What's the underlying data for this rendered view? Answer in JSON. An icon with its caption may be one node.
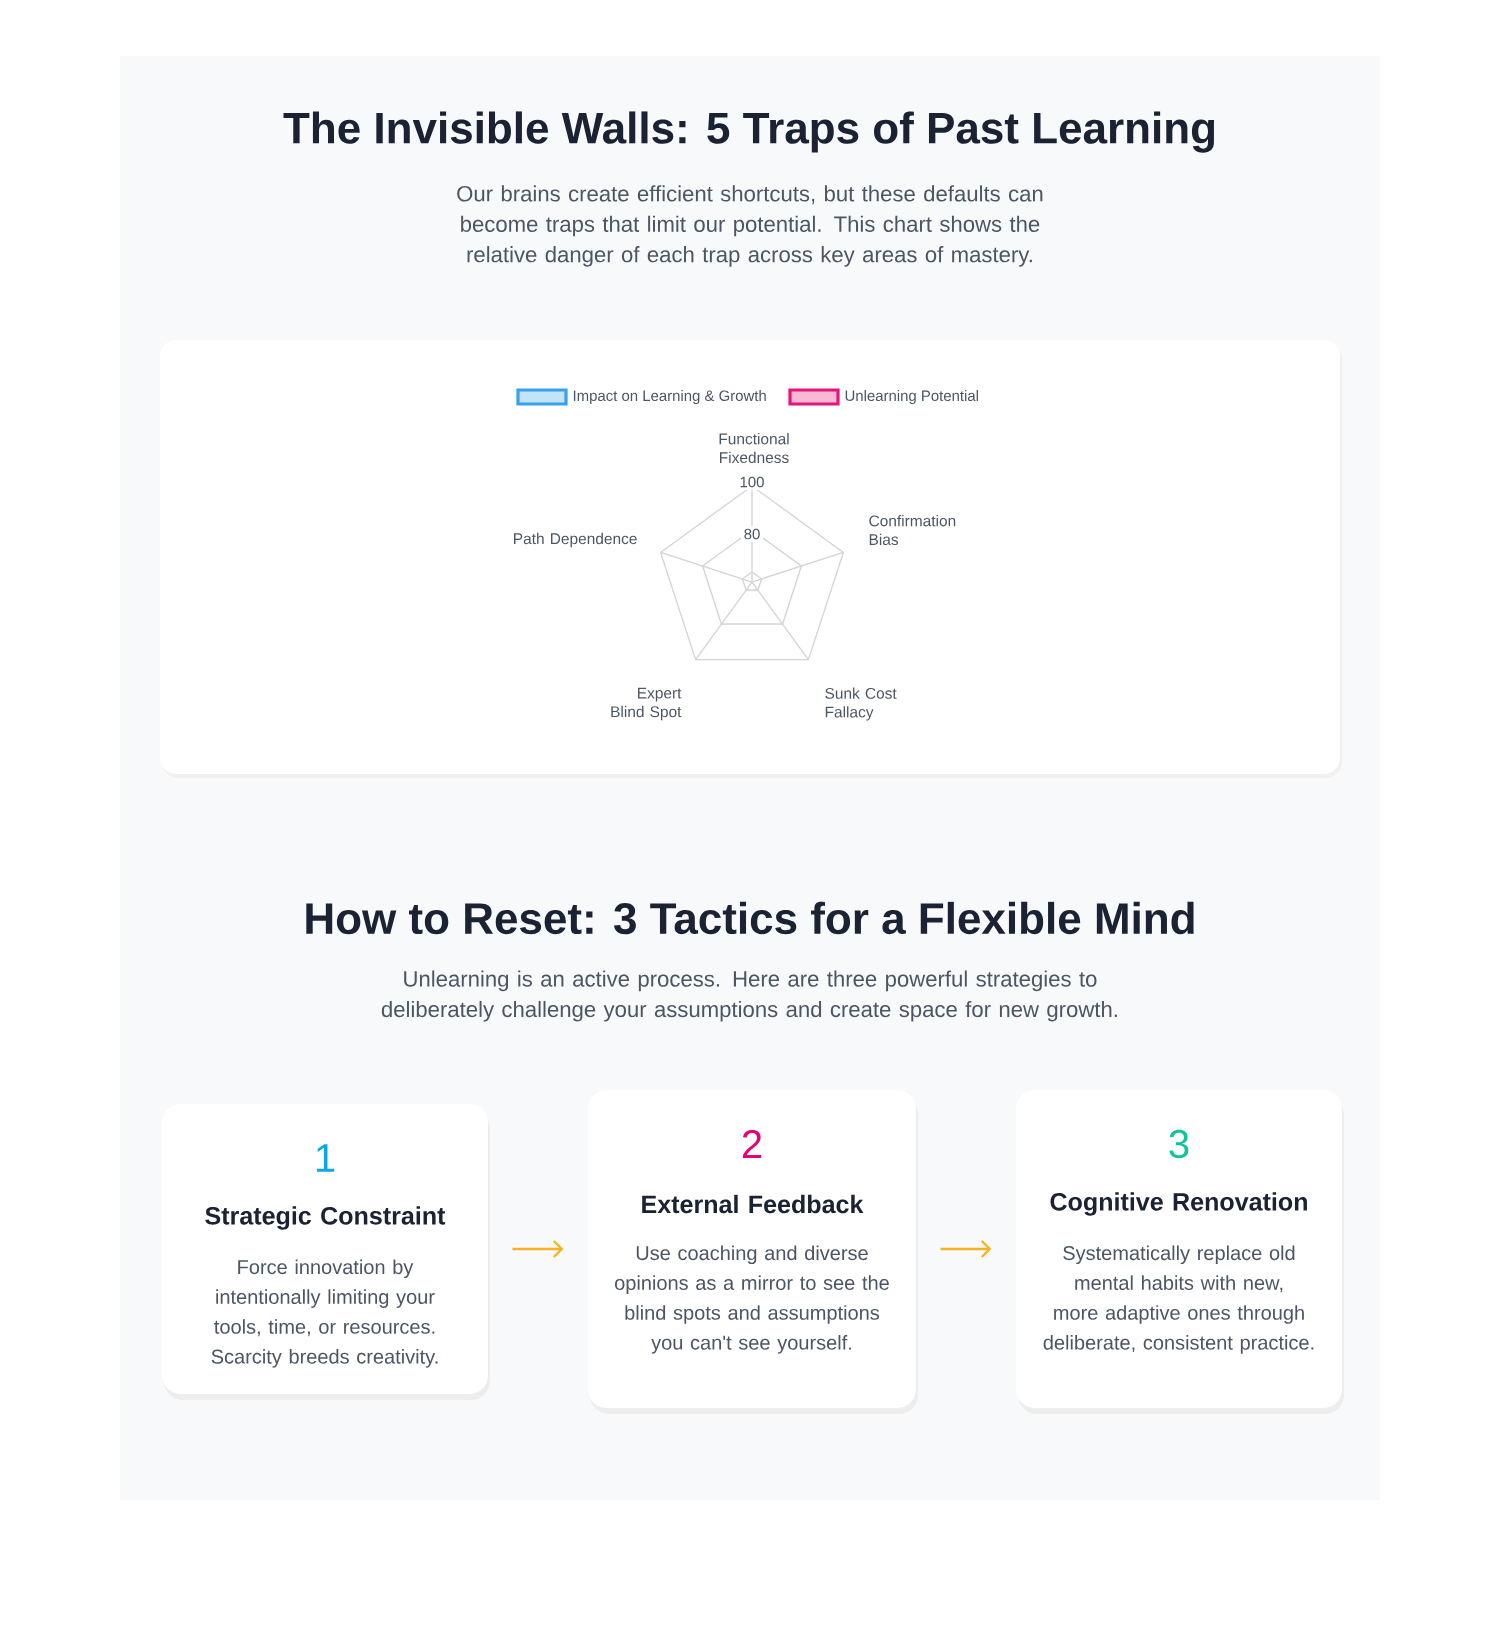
{
  "diagram": {
    "title": "The Invisible Walls: 5 Traps of Past Learning",
    "nodes": [
      {
        "text": [
          "1",
          "Strategic Constraint",
          "Force innovation by intentionally limiting your tools, time, or resources. Scarcity breeds creativity."
        ]
      },
      {
        "text": [
          "2",
          "External Feedback",
          "Use coaching and diverse opinions as a mirror to see the blind spots and assumptions you can't see yourself."
        ]
      },
      {
        "text": [
          "3",
          "Cognitive Renovation",
          "Systematically replace old mental habits with new, more adaptive ones through deliberate, consistent practice."
        ]
      }
    ],
    "edges": [
      {
        "from": 0,
        "to": 1,
        "arrow": "to"
      },
      {
        "from": 1,
        "to": 2,
        "arrow": "to"
      }
    ],
    "labels": [
      "Our brains create efficient shortcuts, but these defaults can become traps that limit our potential. This chart shows the relative danger of each trap across key areas of mastery.",
      "Functional Fixedness",
      "100",
      "Path Dependence",
      "80",
      "Confirmation Bias",
      "Expert Blind Spot",
      "Sunk Cost Fallacy",
      "How to Reset: 3 Tactics for a Flexible Mind",
      "Unlearning is an active process. Here are three powerful strategies to deliberately challenge your assumptions and create space for new growth."
    ],
    "legend": [
      {
        "text": "Impact on Learning & Growth",
        "color": "#36a2eb"
      },
      {
        "text": "Unlearning Potential",
        "color": "#e6157a"
      }
    ]
  }
}
